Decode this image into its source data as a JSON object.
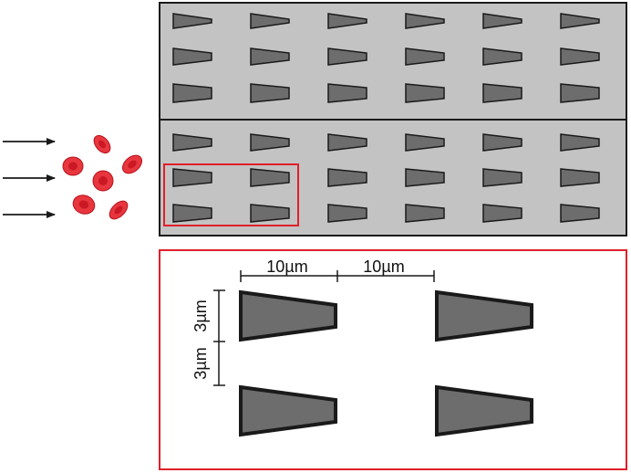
{
  "colors": {
    "channel_fill": "#c3c3c3",
    "pillar_fill": "#6d6d6d",
    "outline": "#1a1a1a",
    "highlight": "#e0202a",
    "rbc_fill": "#e8363e",
    "rbc_center": "#c0101c"
  },
  "icons": {
    "flow_arrow": "arrow-right-icon",
    "cell": "red-blood-cell-icon"
  },
  "array": {
    "upper_rows": 3,
    "lower_rows": 3,
    "columns": 6
  },
  "inset": {
    "horizontal_spacing_1": "10µm",
    "horizontal_spacing_2": "10µm",
    "vertical_spacing_1": "3µm",
    "vertical_spacing_2": "3µm"
  }
}
